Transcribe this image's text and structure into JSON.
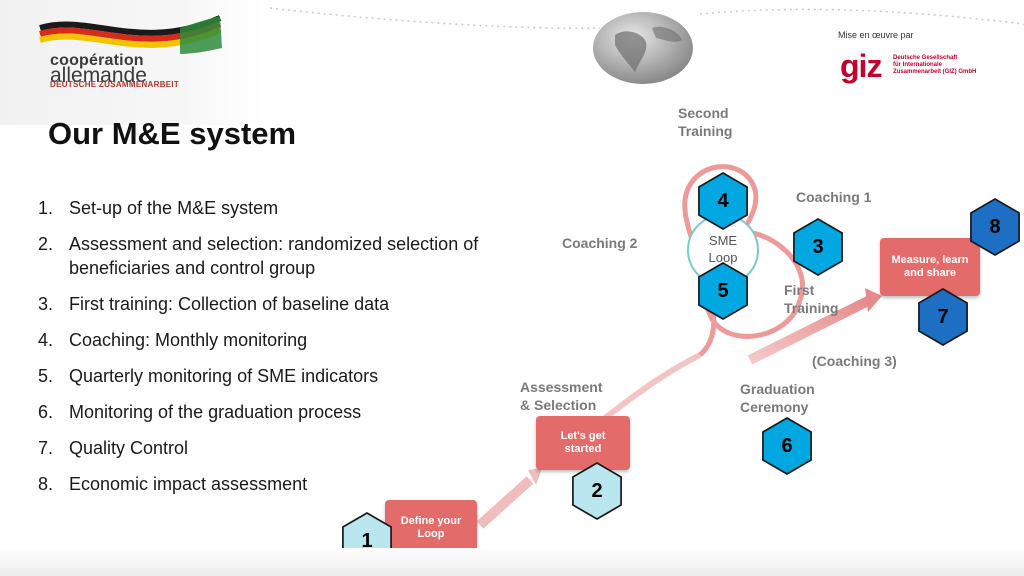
{
  "header": {
    "logo": {
      "line1": "coopération",
      "line2": "allemande",
      "line3": "DEUTSCHE ZUSAMMENARBEIT"
    },
    "partner": {
      "mise": "Mise en œuvre par",
      "giz": "giz",
      "giz_text": [
        "Deutsche Gesellschaft",
        "für Internationale",
        "Zusammenarbeit (GIZ) GmbH"
      ]
    }
  },
  "title": "Our M&E system",
  "steps": [
    {
      "num": "1.",
      "text": "Set-up of the M&E system"
    },
    {
      "num": "2.",
      "text": "Assessment and selection: randomized selection of beneficiaries and control group"
    },
    {
      "num": "3.",
      "text": "First training: Collection of baseline data"
    },
    {
      "num": "4.",
      "text": "Coaching: Monthly monitoring"
    },
    {
      "num": "5.",
      "text": "Quarterly monitoring of SME indicators"
    },
    {
      "num": "6.",
      "text": "Monitoring of the graduation process"
    },
    {
      "num": "7.",
      "text": "Quality Control"
    },
    {
      "num": "8.",
      "text": "Economic impact assessment"
    }
  ],
  "diagram": {
    "second_training": "Second\nTraining",
    "coaching1": "Coaching 1",
    "coaching2": "Coaching 2",
    "first_training": "First\nTraining",
    "coaching3": "(Coaching 3)",
    "assessment": "Assessment\n& Selection",
    "graduation": "Graduation\nCeremony",
    "sme_loop": "SME\nLoop",
    "box_define": "Define your\nLoop",
    "box_start": "Let's get\nstarted",
    "box_measure": "Measure, learn\nand share",
    "markers": [
      {
        "label": "1",
        "color": "#b9e6ef"
      },
      {
        "label": "2",
        "color": "#b9e6ef"
      },
      {
        "label": "3",
        "color": "#00a7e1"
      },
      {
        "label": "4",
        "color": "#00a7e1"
      },
      {
        "label": "5",
        "color": "#00a7e1"
      },
      {
        "label": "6",
        "color": "#00a7e1"
      },
      {
        "label": "7",
        "color": "#1d6fc4"
      },
      {
        "label": "8",
        "color": "#1d6fc4"
      }
    ]
  }
}
